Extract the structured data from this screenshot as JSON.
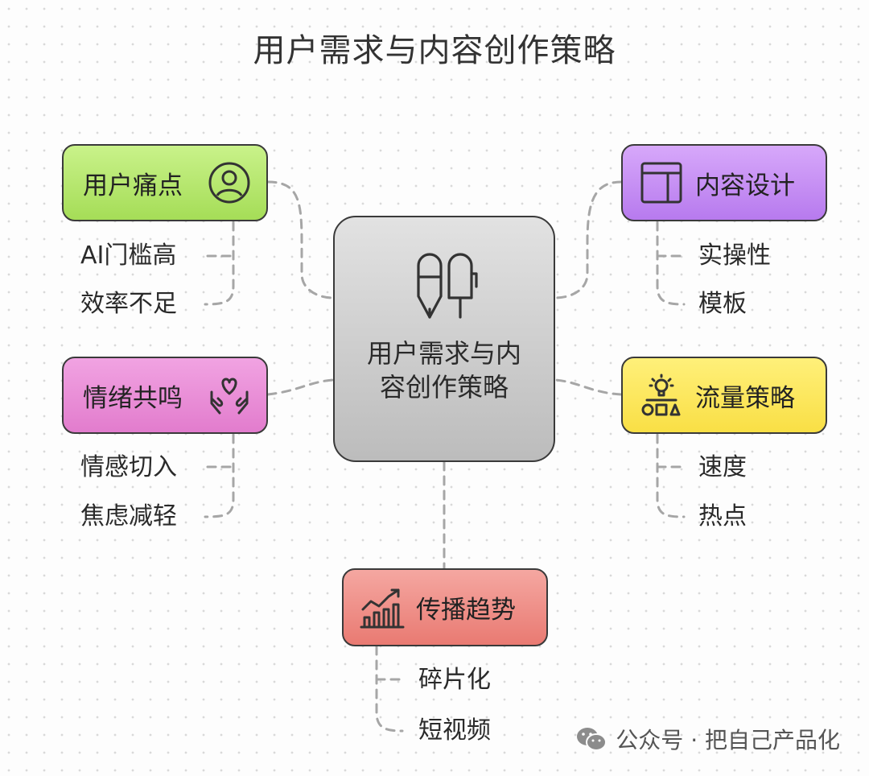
{
  "title": "用户需求与内容创作策略",
  "center": {
    "label": "用户需求与内容创作策略",
    "icon": "two-pens-icon"
  },
  "branches": [
    {
      "key": "pain",
      "label": "用户痛点",
      "icon": "user-circle-icon",
      "color": "#b6e86a",
      "items": [
        "AI门槛高",
        "效率不足"
      ]
    },
    {
      "key": "emotion",
      "label": "情绪共鸣",
      "icon": "heart-hands-icon",
      "color": "#e98ad6",
      "items": [
        "情感切入",
        "焦虑减轻"
      ]
    },
    {
      "key": "design",
      "label": "内容设计",
      "icon": "layout-icon",
      "color": "#c488f2",
      "items": [
        "实操性",
        "模板"
      ]
    },
    {
      "key": "traffic",
      "label": "流量策略",
      "icon": "lightbulb-shapes-icon",
      "color": "#fbe65a",
      "items": [
        "速度",
        "热点"
      ]
    },
    {
      "key": "trend",
      "label": "传播趋势",
      "icon": "rising-chart-icon",
      "color": "#ef8f88",
      "items": [
        "碎片化",
        "短视频"
      ]
    }
  ],
  "watermark": {
    "text": "公众号 · 把自己产品化",
    "icon": "wechat-icon"
  }
}
